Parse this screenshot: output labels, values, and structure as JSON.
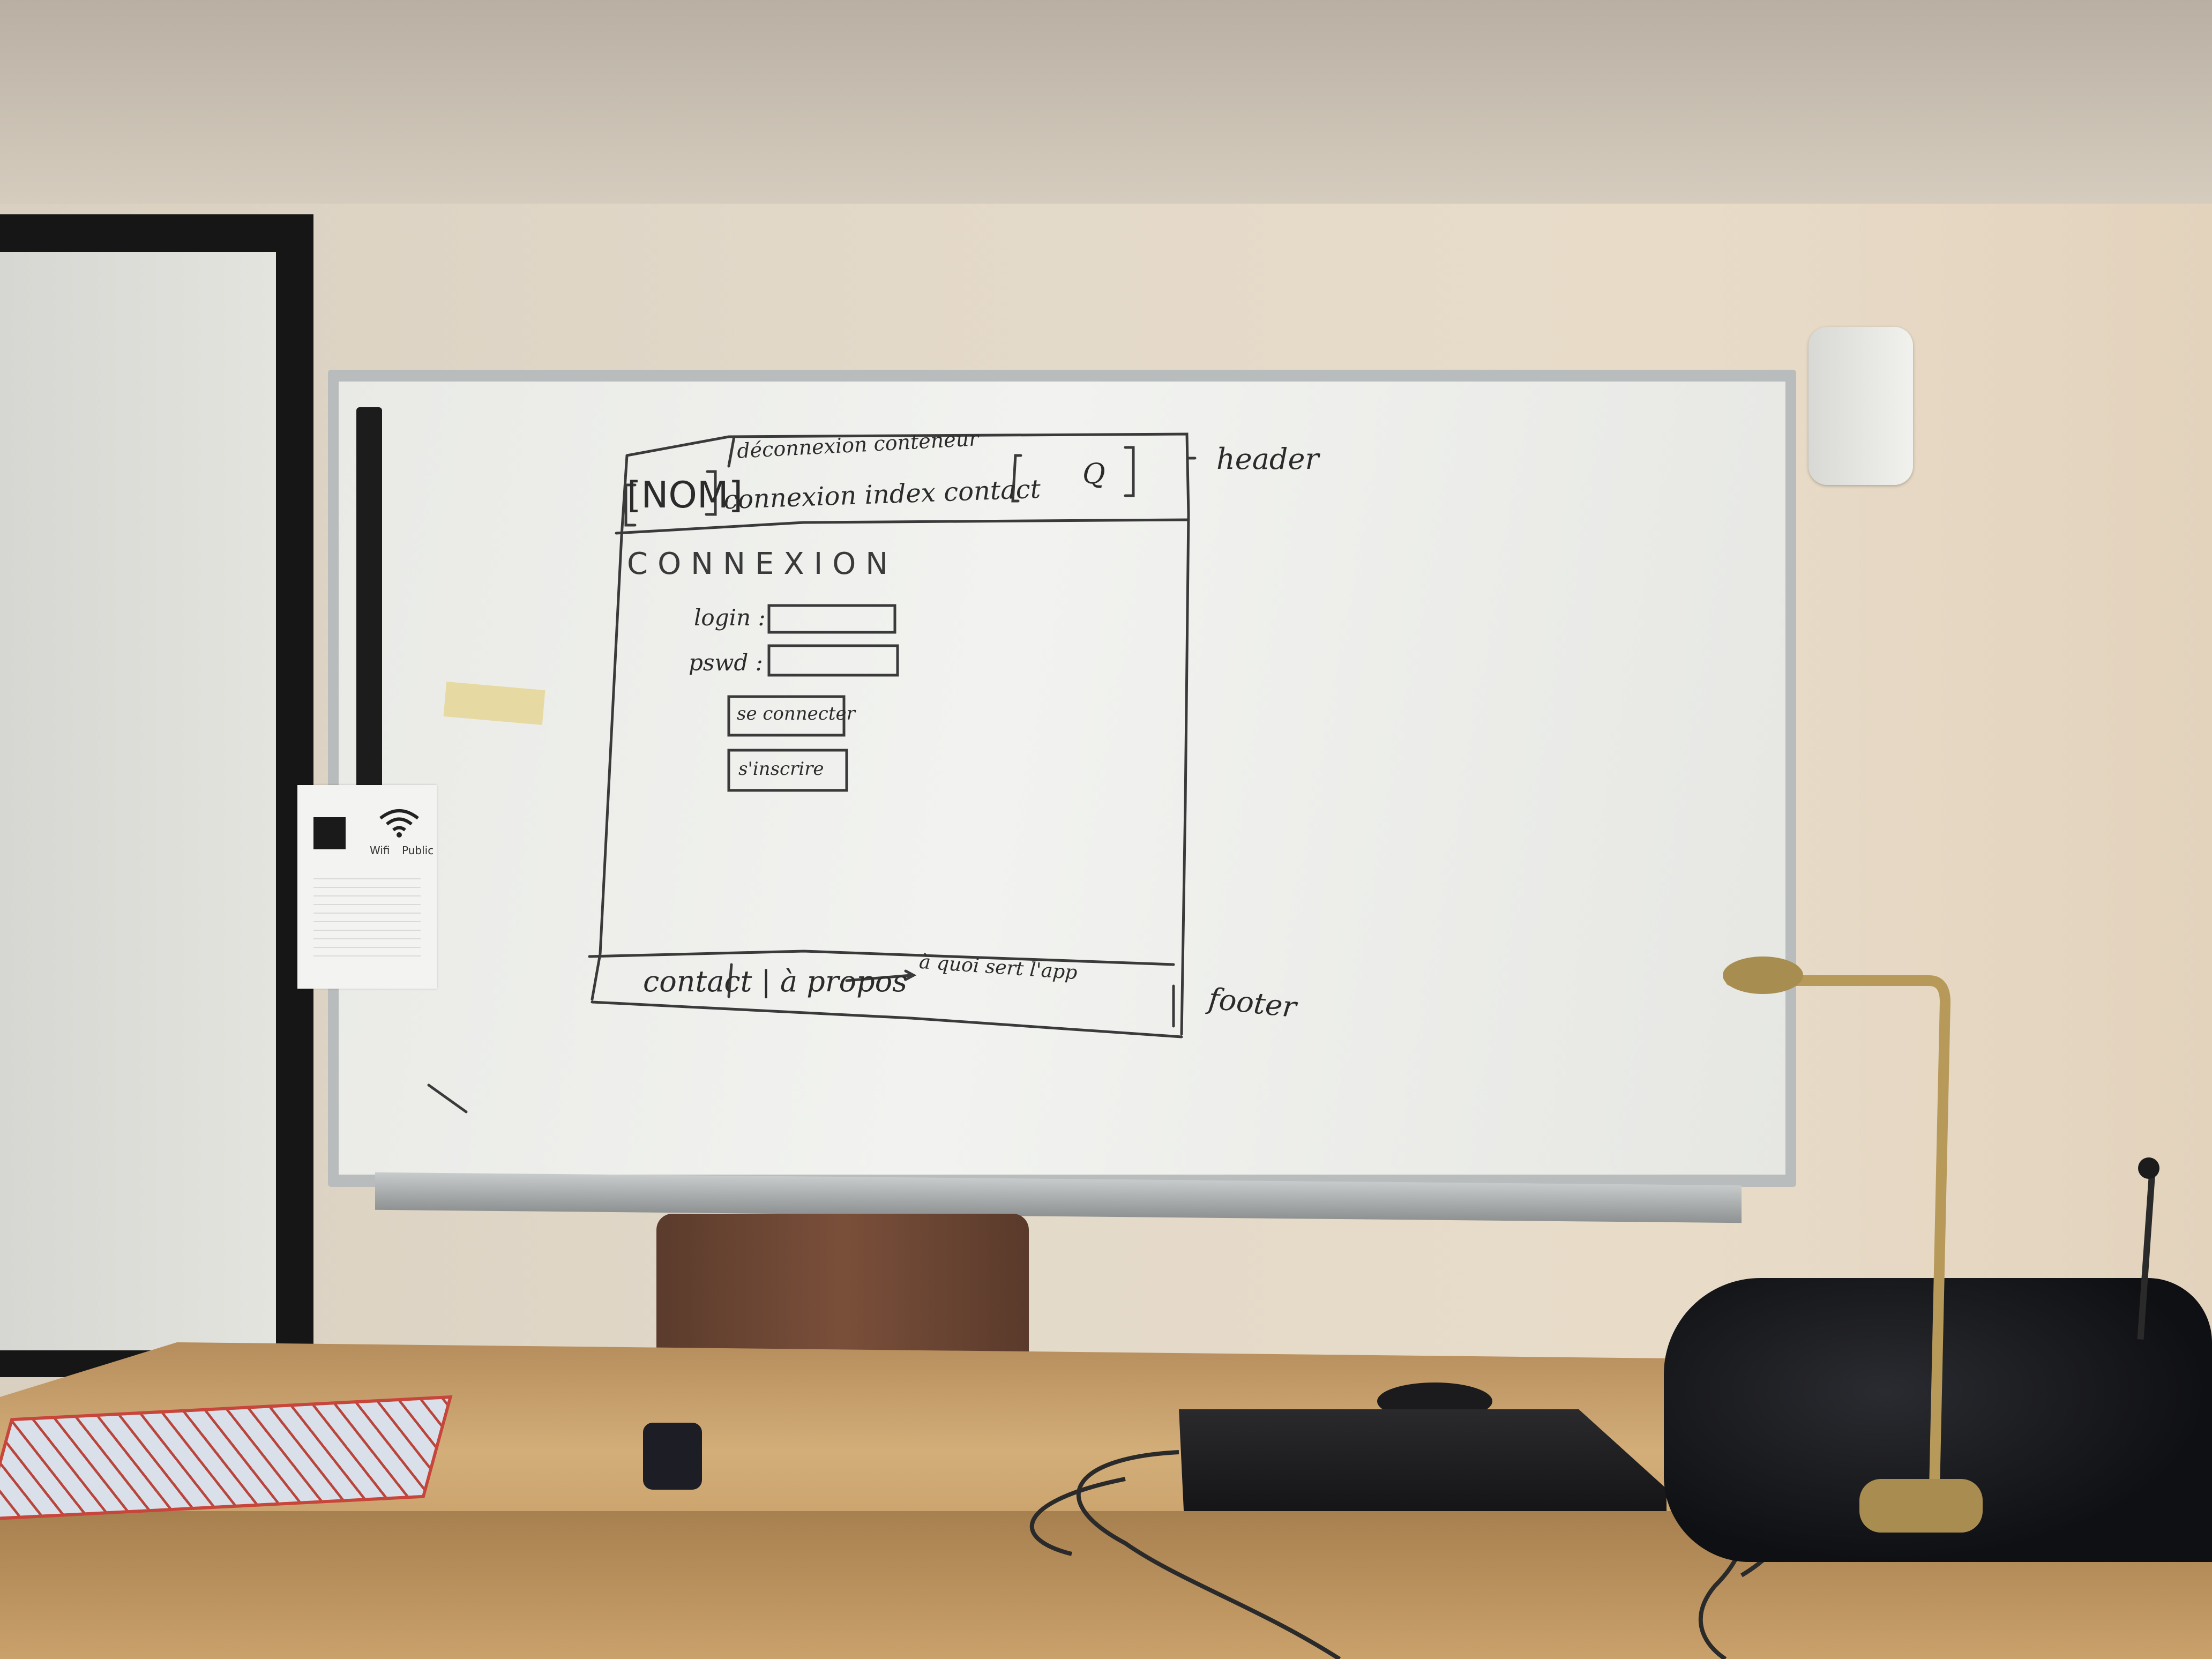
{
  "whiteboard": {
    "top_annotation": "déconnexion conteneur",
    "logo_text": "[NOM]",
    "nav_text": "connexion index contact",
    "search_glyph": "Q",
    "header_label": "header",
    "heading": "CONNEXION",
    "login_label": "login :",
    "password_label": "pswd :",
    "connect_button_text": "se connecter",
    "signup_button_text": "s'inscrire",
    "footer_text": "contact | à propos",
    "footer_note": "à quoi sert l'app",
    "footer_label": "footer"
  },
  "wifi_sign": {
    "left_label": "Wifi",
    "right_label": "Public"
  },
  "colors": {
    "wall": "#ddd3c3",
    "ceiling": "#c9c0b2",
    "board": "#eeefec",
    "marker": "#2b2b2b",
    "desk": "#c9a36e"
  }
}
